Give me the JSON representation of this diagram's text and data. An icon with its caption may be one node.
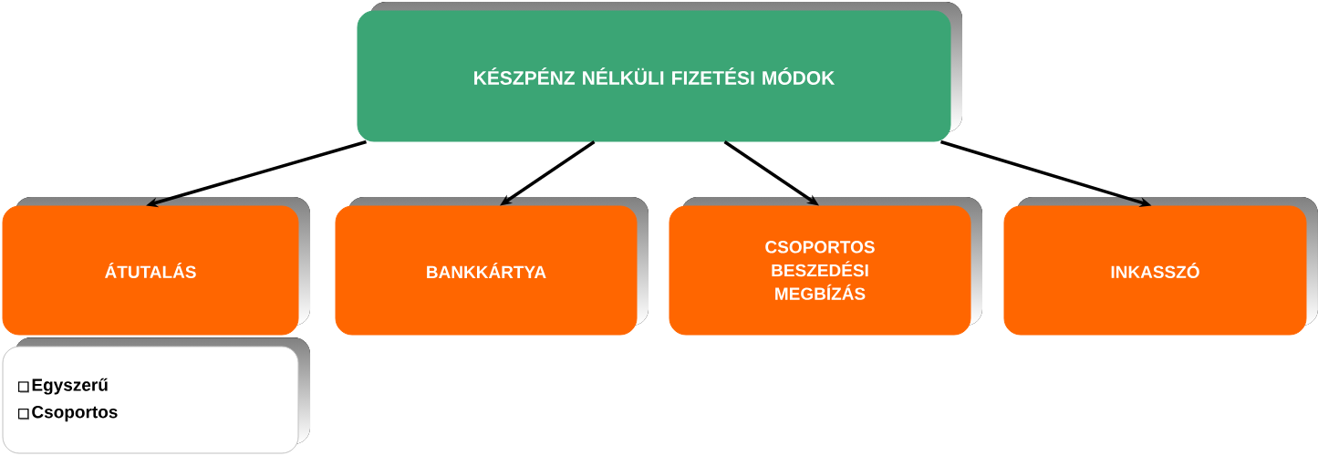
{
  "diagram": {
    "nodes": [
      {
        "text": [
          "KÉSZPÉNZ NÉLKÜLI FIZETÉSI MÓDOK"
        ]
      },
      {
        "text": [
          "ÁTUTALÁS"
        ]
      },
      {
        "text": [
          "BANKKÁRTYA"
        ]
      },
      {
        "text": [
          "CSOPORTOS BESZEDÉSI MEGBÍZÁS"
        ]
      },
      {
        "text": [
          "INKASSZÓ"
        ]
      },
      {
        "text": [
          "Egyszerű",
          "Csoportos"
        ]
      }
    ],
    "edges": [
      {
        "from": 0,
        "to": 1,
        "arrow": "to"
      },
      {
        "from": 0,
        "to": 2,
        "arrow": "to"
      },
      {
        "from": 0,
        "to": 3,
        "arrow": "to"
      },
      {
        "from": 0,
        "to": 4,
        "arrow": "to"
      }
    ]
  }
}
